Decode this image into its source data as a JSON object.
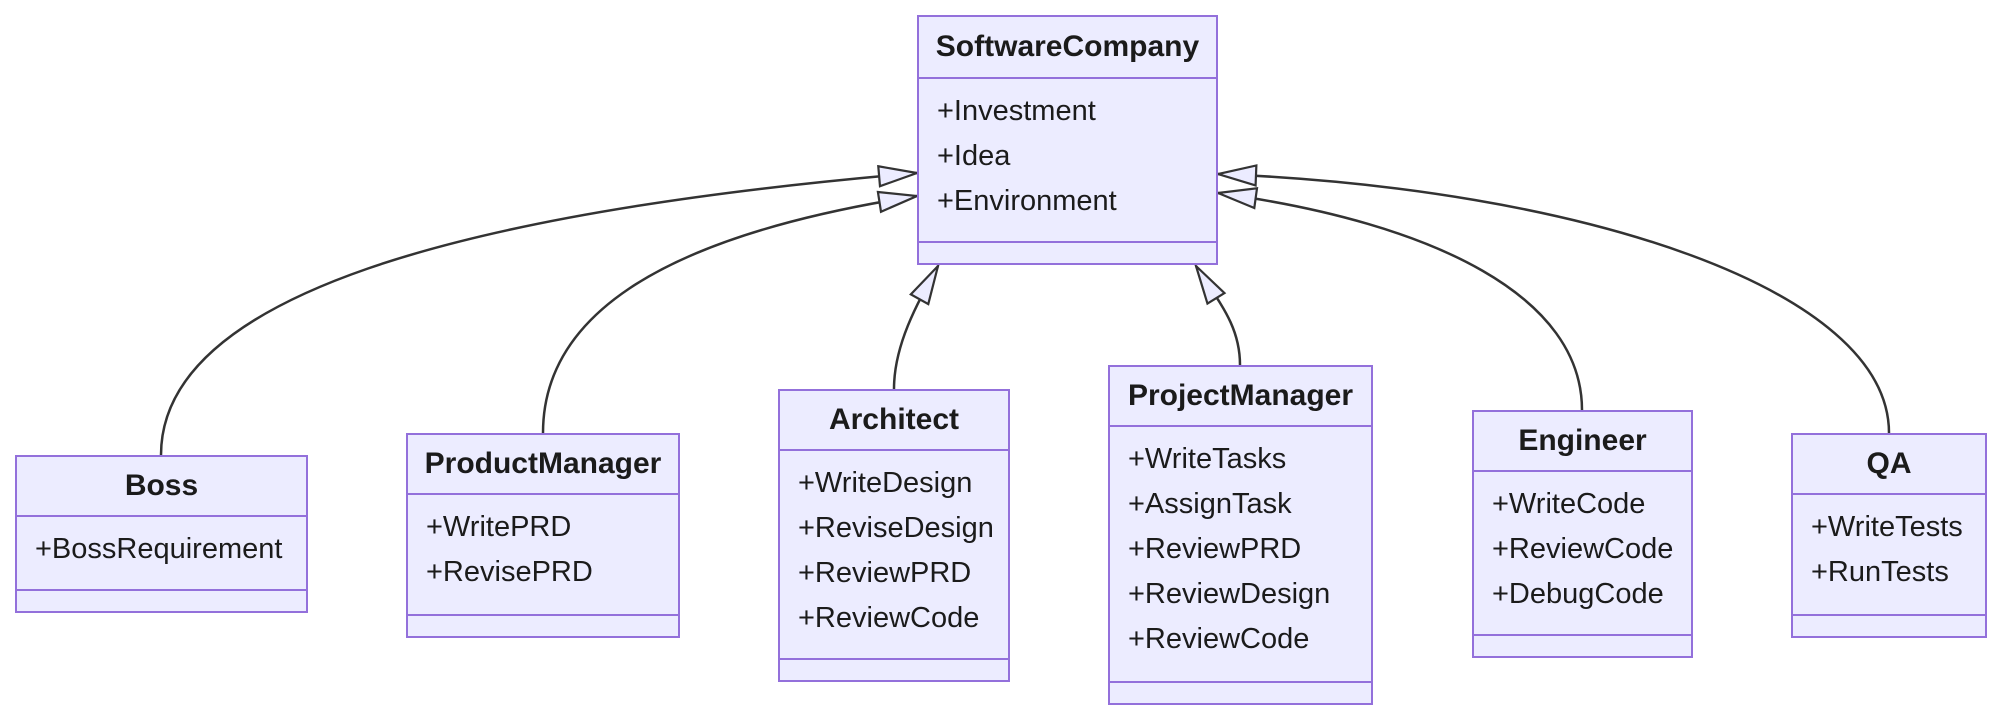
{
  "diagram": {
    "type": "uml-class-diagram",
    "classes": [
      {
        "name": "SoftwareCompany",
        "attributes": [
          "+Investment",
          "+Idea",
          "+Environment"
        ],
        "methods": []
      },
      {
        "name": "Boss",
        "attributes": [
          "+BossRequirement"
        ],
        "methods": []
      },
      {
        "name": "ProductManager",
        "attributes": [
          "+WritePRD",
          "+RevisePRD"
        ],
        "methods": []
      },
      {
        "name": "Architect",
        "attributes": [
          "+WriteDesign",
          "+ReviseDesign",
          "+ReviewPRD",
          "+ReviewCode"
        ],
        "methods": []
      },
      {
        "name": "ProjectManager",
        "attributes": [
          "+WriteTasks",
          "+AssignTask",
          "+ReviewPRD",
          "+ReviewDesign",
          "+ReviewCode"
        ],
        "methods": []
      },
      {
        "name": "Engineer",
        "attributes": [
          "+WriteCode",
          "+ReviewCode",
          "+DebugCode"
        ],
        "methods": []
      },
      {
        "name": "QA",
        "attributes": [
          "+WriteTests",
          "+RunTests"
        ],
        "methods": []
      }
    ],
    "relations": [
      {
        "from": "Boss",
        "to": "SoftwareCompany",
        "type": "inheritance",
        "arrow": "hollow-triangle"
      },
      {
        "from": "ProductManager",
        "to": "SoftwareCompany",
        "type": "inheritance",
        "arrow": "hollow-triangle"
      },
      {
        "from": "Architect",
        "to": "SoftwareCompany",
        "type": "inheritance",
        "arrow": "hollow-triangle"
      },
      {
        "from": "ProjectManager",
        "to": "SoftwareCompany",
        "type": "inheritance",
        "arrow": "hollow-triangle"
      },
      {
        "from": "Engineer",
        "to": "SoftwareCompany",
        "type": "inheritance",
        "arrow": "hollow-triangle"
      },
      {
        "from": "QA",
        "to": "SoftwareCompany",
        "type": "inheritance",
        "arrow": "hollow-triangle"
      }
    ],
    "colors": {
      "node_fill": "#ECECFF",
      "node_border": "#9370DB",
      "edge_line": "#333333",
      "text": "#1b1b1b",
      "background": "#ffffff"
    }
  }
}
